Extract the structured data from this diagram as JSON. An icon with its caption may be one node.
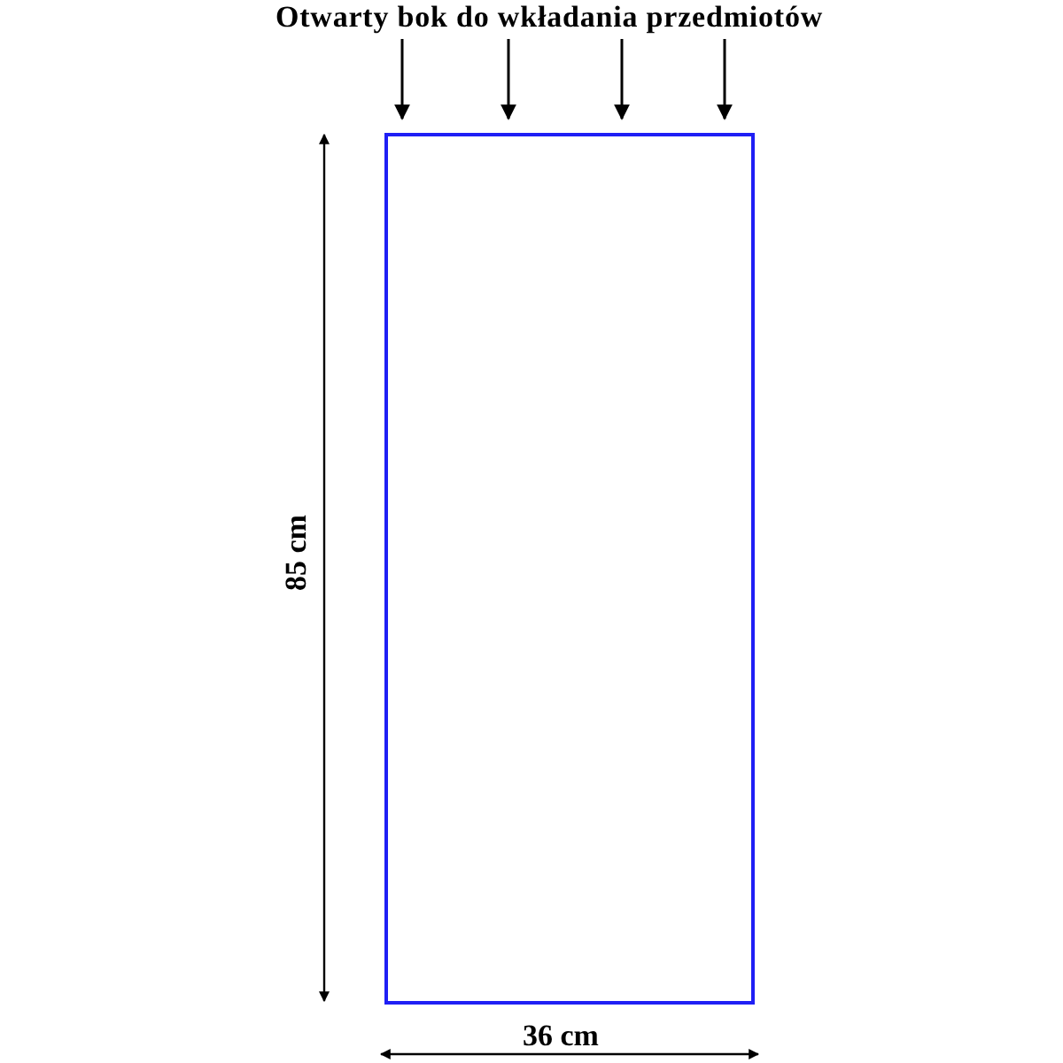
{
  "diagram": {
    "nodes": [
      {
        "text": [
          "Otwarty bok do wkładania przedmiotów"
        ]
      },
      {
        "text": [],
        "shape": "box"
      }
    ],
    "edges": [
      {
        "from": 0,
        "to": 1,
        "arrow": "to"
      },
      {
        "from": 0,
        "to": 1,
        "arrow": "to"
      },
      {
        "from": 0,
        "to": 1,
        "arrow": "to"
      },
      {
        "from": 0,
        "to": 1,
        "arrow": "to"
      }
    ],
    "labels": [
      "85 cm",
      "36 cm"
    ]
  }
}
